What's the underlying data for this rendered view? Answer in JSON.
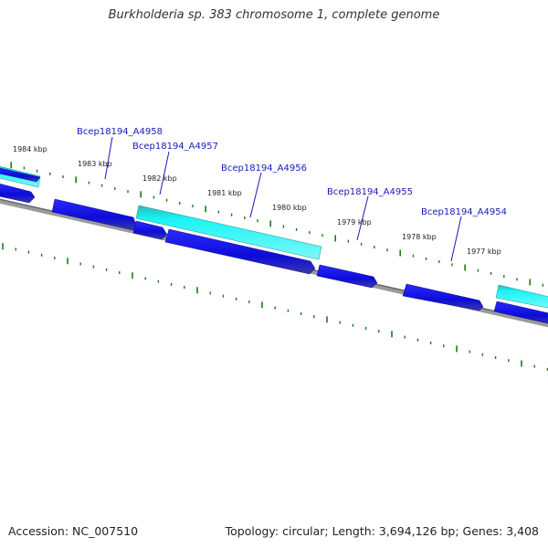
{
  "title": "Burkholderia sp. 383 chromosome 1, complete genome",
  "footer": {
    "accession": "Accession: NC_007510",
    "summary": "Topology: circular; Length: 3,694,126 bp; Genes: 3,408"
  },
  "scale": {
    "unit": "kbp",
    "tick_labels": [
      "1984 kbp",
      "1983 kbp",
      "1982 kbp",
      "1981 kbp",
      "1980 kbp",
      "1979 kbp",
      "1978 kbp",
      "1977 kbp"
    ]
  },
  "gene_labels": [
    "Bcep18194_A4958",
    "Bcep18194_A4957",
    "Bcep18194_A4956",
    "Bcep18194_A4955",
    "Bcep18194_A4954"
  ],
  "colors": {
    "backbone": "#808080",
    "gene_reverse": "#1010e0",
    "gene_forward": "#19f4f4",
    "tick": "#1a7a1a",
    "label": "#1a1ab8"
  }
}
